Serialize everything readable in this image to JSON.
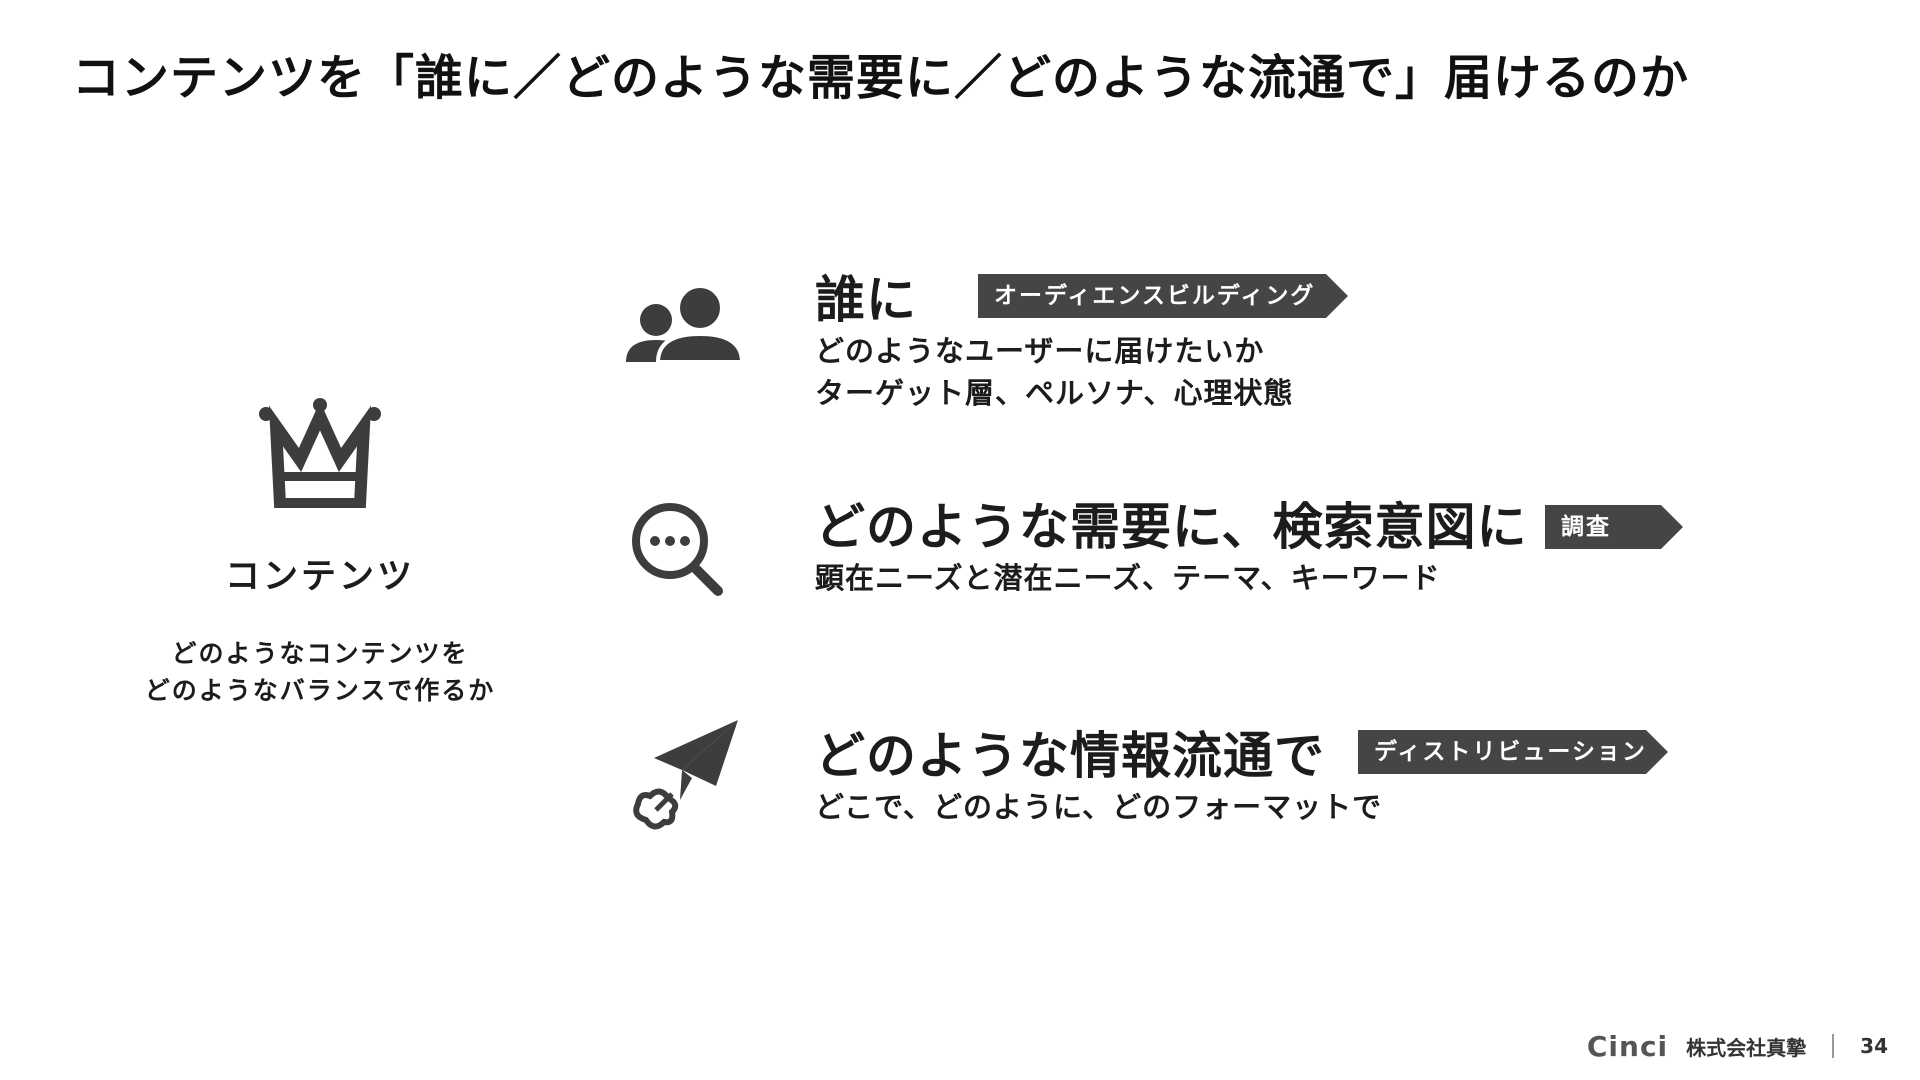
{
  "title": "コンテンツを「誰に／どのような需要に／どのような流通で」届けるのか",
  "content": {
    "label": "コンテンツ",
    "desc_line1": "どのようなコンテンツを",
    "desc_line2": "どのようなバランスで作るか",
    "icon": "crown-icon"
  },
  "rows": [
    {
      "heading": "誰に",
      "tag": "オーディエンスビルディング",
      "desc": [
        "どのようなユーザーに届けたいか",
        "ターゲット層、ペルソナ、心理状態"
      ],
      "icon": "users-icon"
    },
    {
      "heading": "どのような需要に、検索意図に",
      "tag": "調査",
      "desc": [
        "顕在ニーズと潜在ニーズ、テーマ、キーワード"
      ],
      "icon": "search-chat-icon"
    },
    {
      "heading": "どのような情報流通で",
      "tag": "ディストリビューション",
      "desc": [
        "どこで、どのように、どのフォーマットで"
      ],
      "icon": "paper-plane-icon"
    }
  ],
  "footer": {
    "logo": "Cinci",
    "company": "株式会社真摯",
    "page": "34"
  },
  "colors": {
    "icon": "#3d3d3d",
    "tag_bg": "#454545",
    "text": "#1c1c1c"
  }
}
